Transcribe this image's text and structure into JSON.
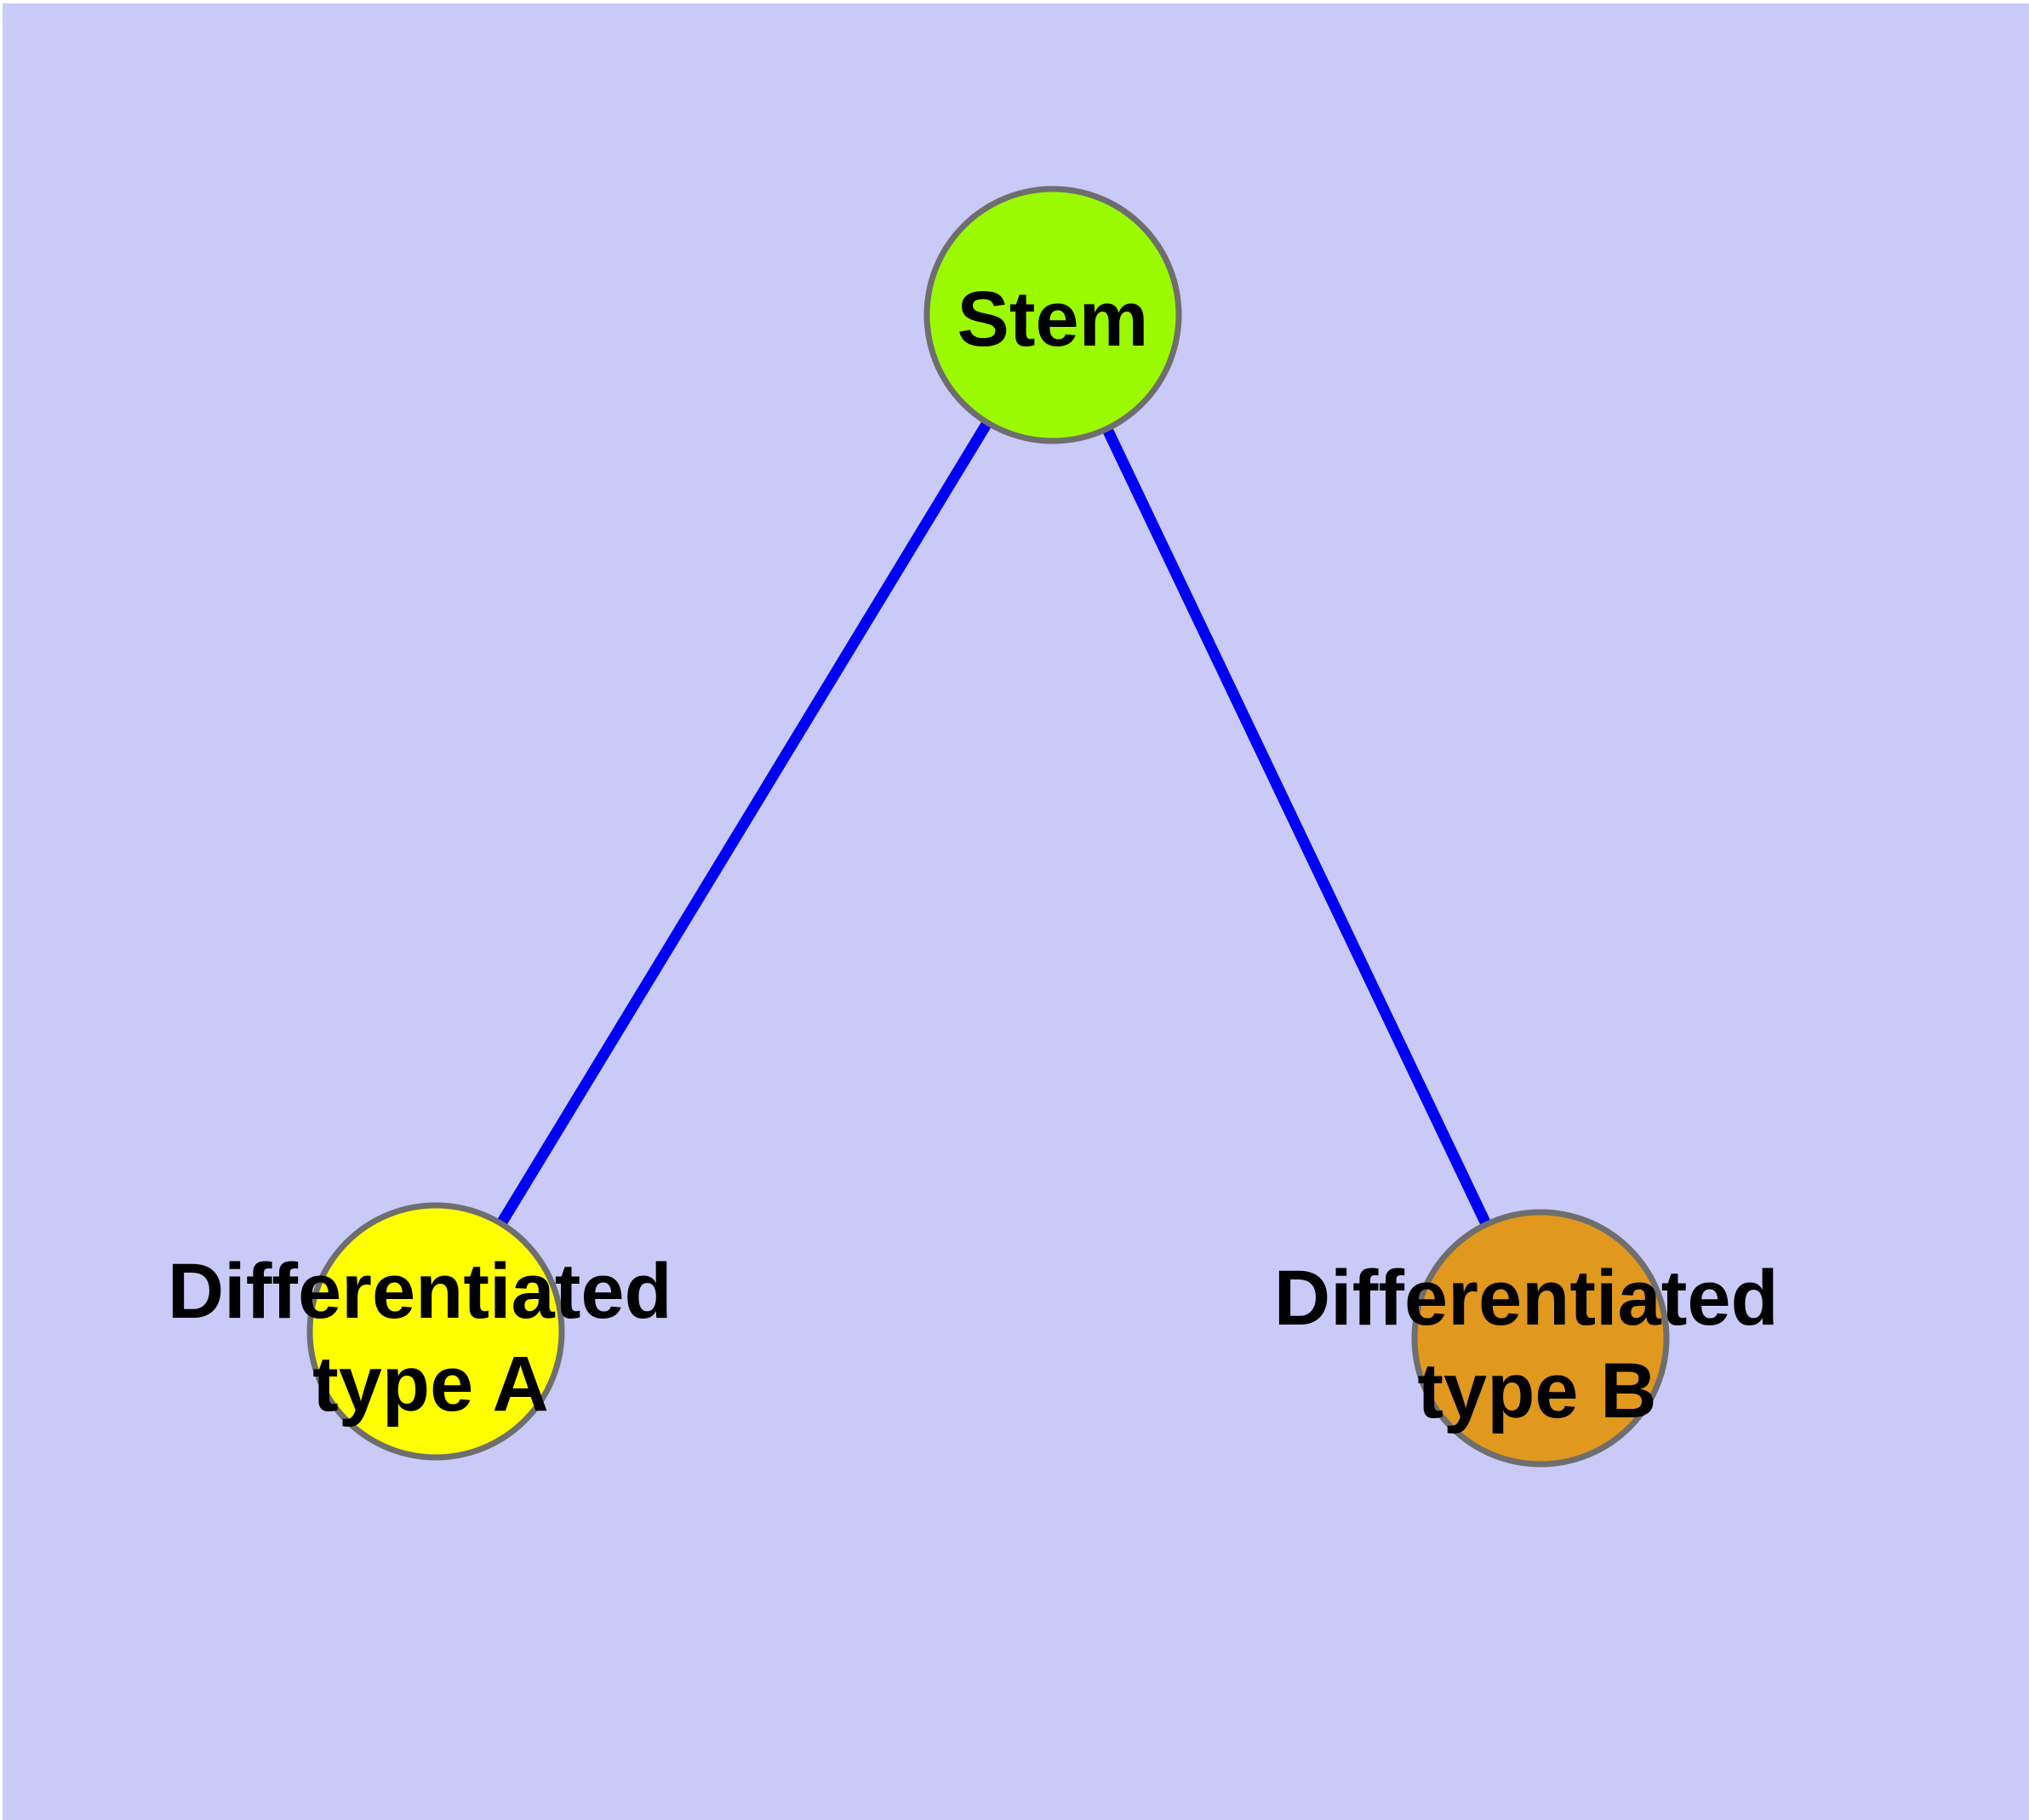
{
  "canvas": {
    "background": "#CACAF8",
    "margin_color": "#FFFFFF"
  },
  "style": {
    "edge_color": "#0000F5",
    "node_border_color": "#6E6E6E",
    "label_color": "#000000"
  },
  "nodes": {
    "stem": {
      "label": "Stem",
      "color": "#9BFA00"
    },
    "type_a": {
      "label_line1": "Differentiated",
      "label_line2": "type A",
      "color": "#FFFF00"
    },
    "type_b": {
      "label_line1": "Differentiated",
      "label_line2": "type B",
      "color": "#E0981E"
    }
  },
  "edges": [
    {
      "from": "Stem",
      "to": "Differentiated type A"
    },
    {
      "from": "Stem",
      "to": "Differentiated type B"
    }
  ]
}
